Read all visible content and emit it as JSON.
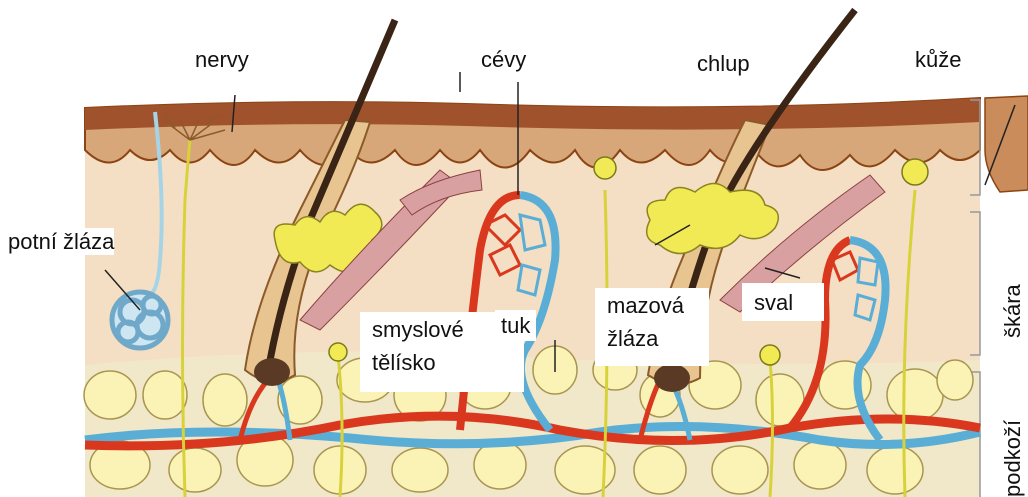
{
  "labels": {
    "nervy": "nervy",
    "cevy": "cévy",
    "chlup": "chlup",
    "kuze": "kůže",
    "potni_zlaza": "potní žláza",
    "smyslove": "smyslové",
    "telisko": "tělísko",
    "tuk": "tuk",
    "mazova": "mazová",
    "zlaza": "žláza",
    "sval": "sval",
    "skara": "škára",
    "podkozi": "podkoží"
  },
  "colors": {
    "epidermis": "#a0522d",
    "dermis": "#f3dcc0",
    "fat_cell": "#fbf3b6",
    "artery": "#d9381e",
    "vein": "#5aaed6",
    "nerve": "#e6e56a",
    "gland": "#f2ea55"
  }
}
